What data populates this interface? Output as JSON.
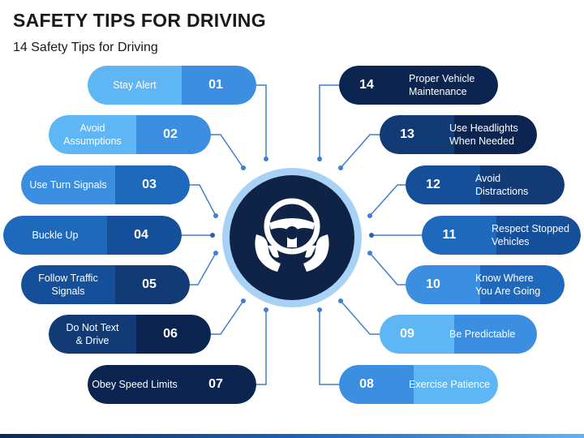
{
  "header": {
    "title": "SAFETY TIPS FOR DRIVING",
    "subtitle": "14 Safety Tips for Driving"
  },
  "hub": {
    "icon": "steering-wheel-hands-icon"
  },
  "tips": [
    {
      "num": "01",
      "label": "Stay Alert"
    },
    {
      "num": "02",
      "label": "Avoid\nAssumptions"
    },
    {
      "num": "03",
      "label": "Use Turn Signals"
    },
    {
      "num": "04",
      "label": "Buckle Up"
    },
    {
      "num": "05",
      "label": "Follow Traffic\nSignals"
    },
    {
      "num": "06",
      "label": "Do Not Text\n& Drive"
    },
    {
      "num": "07",
      "label": "Obey Speed Limits"
    },
    {
      "num": "08",
      "label": "Exercise Patience"
    },
    {
      "num": "09",
      "label": "Be Predictable"
    },
    {
      "num": "10",
      "label": "Know Where\nYou Are Going"
    },
    {
      "num": "11",
      "label": "Respect Stopped\nVehicles"
    },
    {
      "num": "12",
      "label": "Avoid\nDistractions"
    },
    {
      "num": "13",
      "label": "Use Headlights\nWhen Needed"
    },
    {
      "num": "14",
      "label": "Proper Vehicle\nMaintenance"
    }
  ],
  "colors": {
    "lightest": "#5fb6f4",
    "light": "#3b8ee0",
    "mid": "#1f69bd",
    "deep": "#154f99",
    "dark": "#123b75",
    "darkest": "#0b2550",
    "connector": "#3f7fd0",
    "hub_ring": "#a8d2f5",
    "hub_core": "#0f2347"
  }
}
